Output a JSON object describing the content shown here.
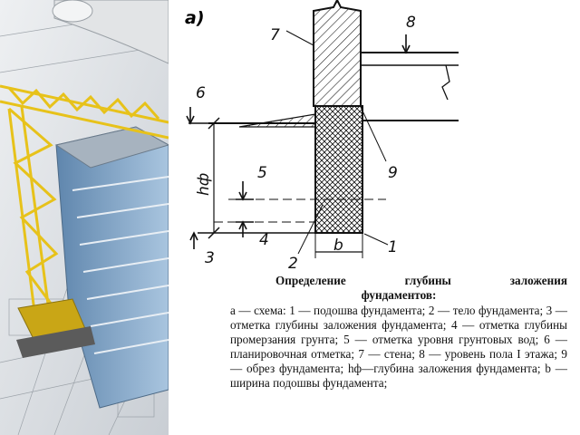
{
  "diagram": {
    "panel_label": "а)",
    "labels": {
      "n1": "1",
      "n2": "2",
      "n3": "3",
      "n4": "4",
      "n5": "5",
      "n6": "6",
      "n7": "7",
      "n8": "8",
      "n9": "9",
      "hf": "hф",
      "b": "b"
    }
  },
  "caption": {
    "title_line1": "Определение глубины заложения",
    "title_line2": "фундаментов:",
    "body": "а — схема: 1 — подошва фундамента; 2 — тело фундамента; 3 — отметка глубины заложения фундамента; 4 — отметка глубины промерзания грунта; 5 — отметка уровня грунтовых вод; 6 — планировочная отметка; 7 — стена; 8 — уровень пола I этажа; 9 — обрез фундамента; hф—глубина заложения фундамента; b — ширина подошвы фундамента;"
  },
  "colors": {
    "crane_yellow": "#e7c21a",
    "glass_blue": "#7fa9cf",
    "blueprint_bg": "#d9dde2"
  }
}
